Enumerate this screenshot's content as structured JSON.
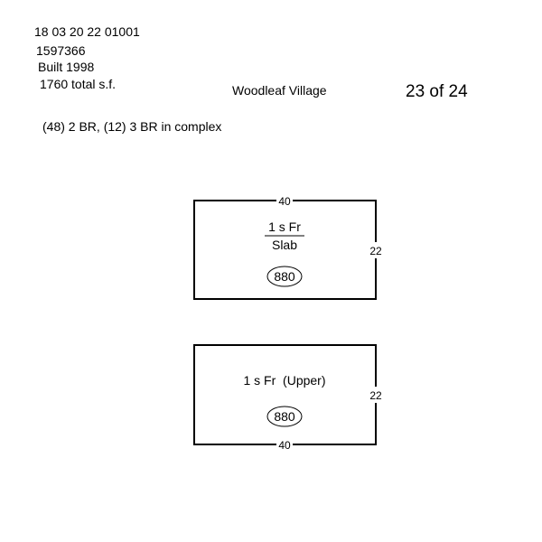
{
  "header": {
    "parcel_id": "18 03 20 22 01001",
    "account": "1597366",
    "built": "Built 1998",
    "total_sf": "1760 total s.f.",
    "complex_name": "Woodleaf Village",
    "page_counter": "23 of 24",
    "unit_mix": "(48) 2 BR, (12) 3 BR in complex"
  },
  "sketches": [
    {
      "top_label": "40",
      "side_label": "22",
      "line1": "1 s Fr",
      "line2": "Slab",
      "area": "880"
    },
    {
      "bottom_label": "40",
      "side_label": "22",
      "line1": "1 s Fr  (Upper)",
      "area": "880"
    }
  ]
}
